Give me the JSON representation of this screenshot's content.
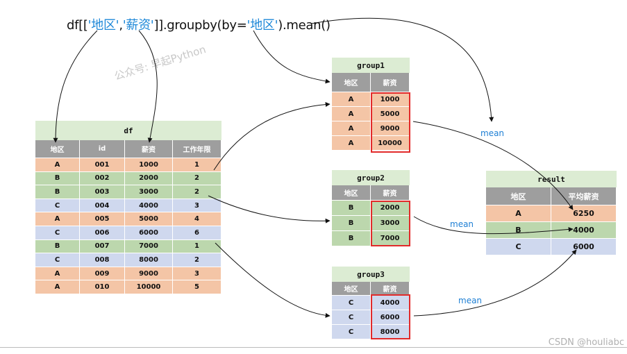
{
  "code": {
    "p1": "df[[",
    "k1": "'地区'",
    "p2": ",",
    "k2": "'薪资'",
    "p3": "]].groupby(by=",
    "k3": "'地区'",
    "p4": ").mean()"
  },
  "watermark": "公众号: 早起Python",
  "df": {
    "title": "df",
    "headers": [
      "地区",
      "id",
      "薪资",
      "工作年限"
    ],
    "rows": [
      [
        "A",
        "001",
        "1000",
        "1"
      ],
      [
        "B",
        "002",
        "2000",
        "2"
      ],
      [
        "B",
        "003",
        "3000",
        "2"
      ],
      [
        "C",
        "004",
        "4000",
        "3"
      ],
      [
        "A",
        "005",
        "5000",
        "4"
      ],
      [
        "C",
        "006",
        "6000",
        "6"
      ],
      [
        "B",
        "007",
        "7000",
        "1"
      ],
      [
        "C",
        "008",
        "8000",
        "2"
      ],
      [
        "A",
        "009",
        "9000",
        "3"
      ],
      [
        "A",
        "010",
        "10000",
        "5"
      ]
    ]
  },
  "group1": {
    "title": "group1",
    "headers": [
      "地区",
      "薪资"
    ],
    "rows": [
      [
        "A",
        "1000"
      ],
      [
        "A",
        "5000"
      ],
      [
        "A",
        "9000"
      ],
      [
        "A",
        "10000"
      ]
    ]
  },
  "group2": {
    "title": "group2",
    "headers": [
      "地区",
      "薪资"
    ],
    "rows": [
      [
        "B",
        "2000"
      ],
      [
        "B",
        "3000"
      ],
      [
        "B",
        "7000"
      ]
    ]
  },
  "group3": {
    "title": "group3",
    "headers": [
      "地区",
      "薪资"
    ],
    "rows": [
      [
        "C",
        "4000"
      ],
      [
        "C",
        "6000"
      ],
      [
        "C",
        "8000"
      ]
    ]
  },
  "result": {
    "title": "result",
    "headers": [
      "地区",
      "平均薪资"
    ],
    "rows": [
      [
        "A",
        "6250"
      ],
      [
        "B",
        "4000"
      ],
      [
        "C",
        "6000"
      ]
    ]
  },
  "mean_label": "mean",
  "credit": "CSDN @houliabc",
  "colors": {
    "A": "#f4c5a6",
    "B": "#bcd7ad",
    "C": "#cfd8ee",
    "header": "#9e9e9e",
    "title_bg": "#dcecd3",
    "highlight": "#e22a2a",
    "code_keyword": "#1e88d8"
  }
}
